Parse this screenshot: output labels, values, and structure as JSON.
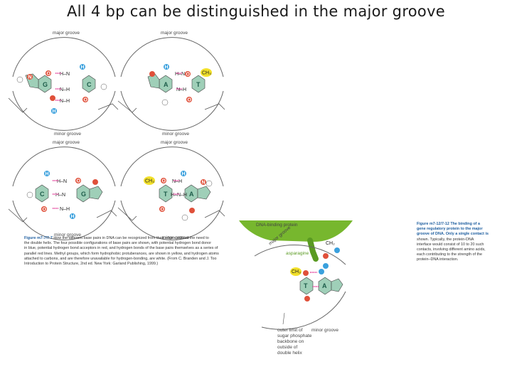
{
  "slide": {
    "title": "All 4 bp can be distinguished in the major groove"
  },
  "labels": {
    "major_groove": "major groove",
    "minor_groove": "minor groove"
  },
  "panels": [
    {
      "left": "G",
      "right": "C",
      "methyl": ""
    },
    {
      "left": "A",
      "right": "T",
      "methyl": "CH₃"
    },
    {
      "left": "C",
      "right": "G",
      "methyl": ""
    },
    {
      "left": "T",
      "right": "A",
      "methyl": "CH₃"
    }
  ],
  "atoms": {
    "O": "O",
    "N": "N",
    "H": "H",
    "HN": "H–N",
    "NH": "N–H",
    "HNH": "H–N–H"
  },
  "caption_left": {
    "label": "Figure m7-7/7-7",
    "lines": [
      "How the different base pairs in DNA can be recognized from their edges without the need to",
      "the double helix. The four possible configurations of base pairs are shown, with potential hydrogen bond donor",
      "in blue, potential hydrogen bond acceptors in red, and hydrogen bonds of the base pairs themselves as a series of",
      "parallel red lines. Methyl groups, which form hydrophobic protuberances, are shown in yellow, and hydrogen atoms",
      "attached to carbons, and are therefore unavailable for hydrogen-bonding, are white. (From C. Branden and J. Too",
      "Introduction to Protein Structure, 2nd ed. New York: Garland Publishing, 1999.)"
    ]
  },
  "right_figure": {
    "protein_label": "DNA-binding protein",
    "groove_label": "major groove",
    "residue_label": "asparagine",
    "minor_label": "minor groove",
    "outer_label_lines": [
      "outer limit of",
      "sugar phosphate",
      "backbone on",
      "outside of",
      "double helix"
    ],
    "ch2": "CH₂",
    "methyl": "CH₃",
    "left_base": "T",
    "right_base": "A"
  },
  "caption_right": {
    "label": "Figure m7-12/7-12",
    "lines": [
      "The binding of a",
      "gene regulatory protein to the major",
      "groove of DNA. Only a single contact is",
      "shown. Typically, the protein-DNA",
      "interface would consist of 10 to 20 such",
      "contacts, involving different amino acids,",
      "each contributing to the strength of the",
      "protein–DNA interaction."
    ]
  },
  "colors": {
    "donor": "#3aa0dd",
    "acceptor": "#e0503a",
    "methyl": "#f2e02a",
    "base": "#9fcfb8",
    "protein": "#77b72e",
    "bond": "#e65aa8"
  }
}
